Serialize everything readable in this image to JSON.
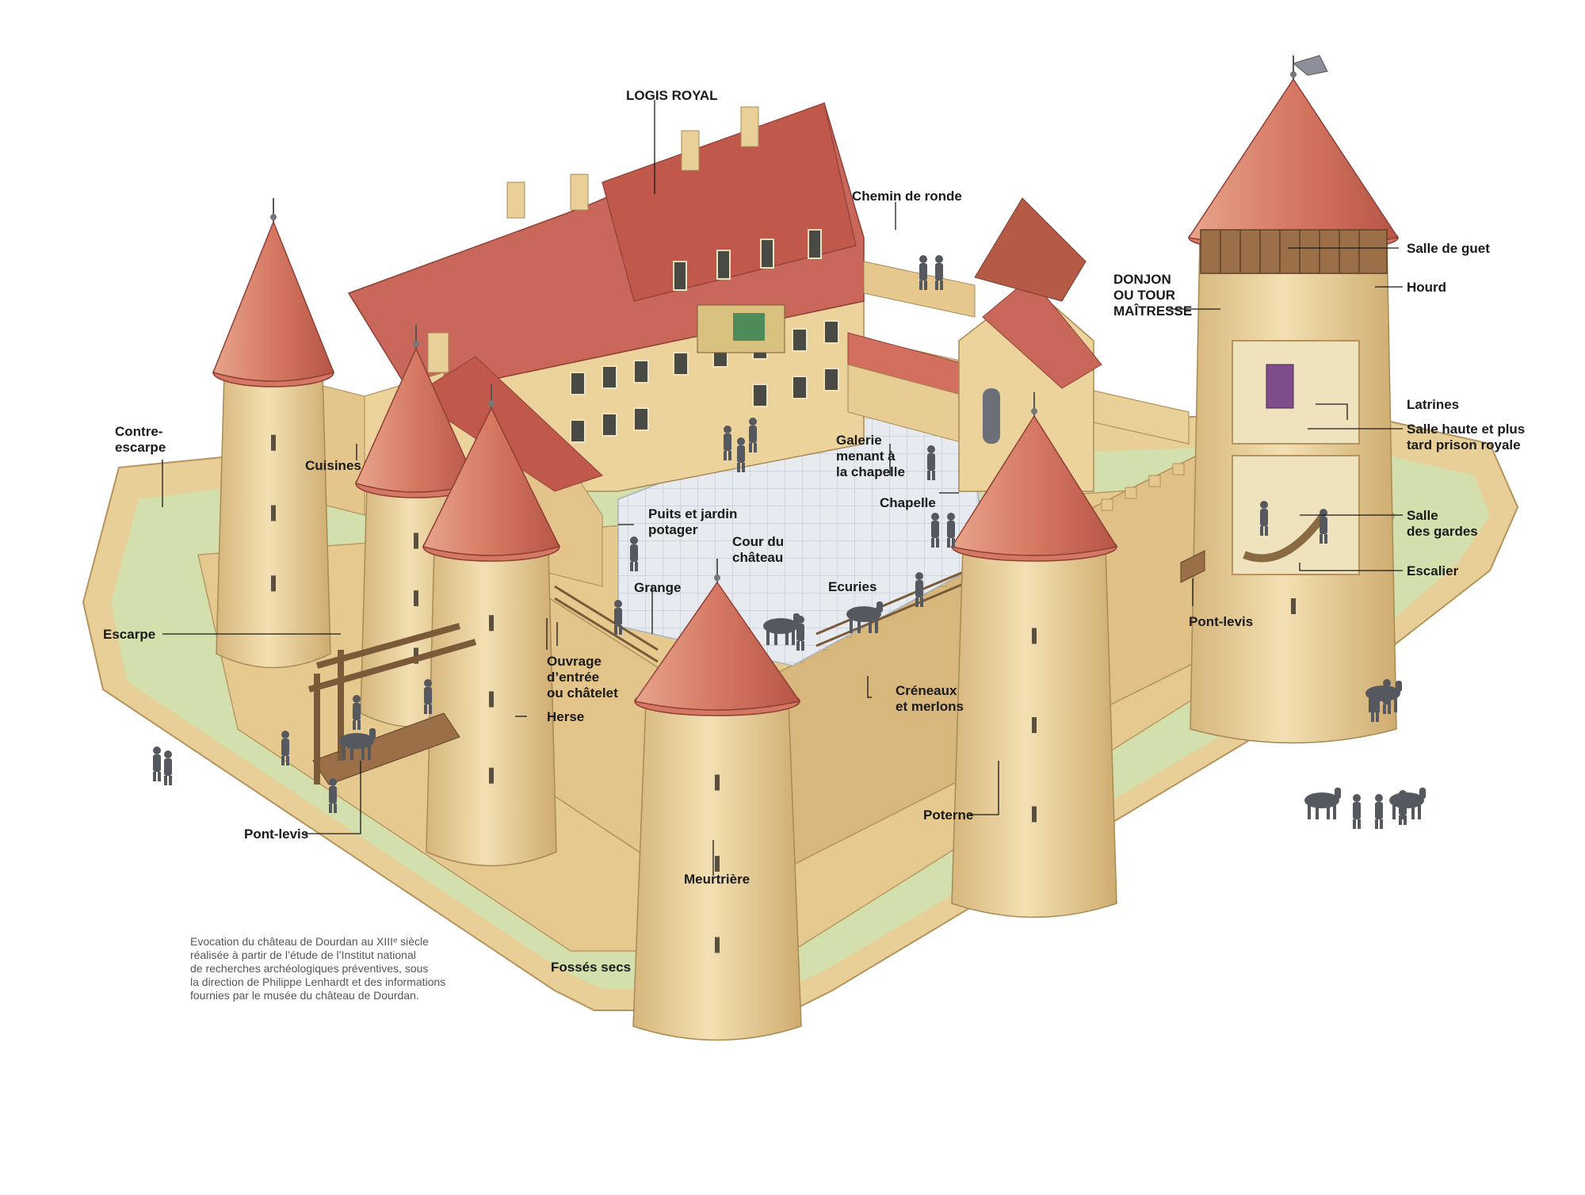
{
  "labels": {
    "logis_royal": [
      "LOGIS ROYAL"
    ],
    "chemin_de_ronde": [
      "Chemin de ronde"
    ],
    "donjon": [
      "DONJON",
      "OU TOUR",
      "MAÎTRESSE"
    ],
    "salle_de_guet": [
      "Salle de guet"
    ],
    "hourd": [
      "Hourd"
    ],
    "latrines": [
      "Latrines"
    ],
    "salle_haute": [
      "Salle haute et plus",
      "tard prison royale"
    ],
    "salle_des_gardes": [
      "Salle",
      "des gardes"
    ],
    "escalier": [
      "Escalier"
    ],
    "pont_levis_right": [
      "Pont-levis"
    ],
    "contre_escarpe": [
      "Contre-",
      "escarpe"
    ],
    "cuisines": [
      "Cuisines"
    ],
    "galerie": [
      "Galerie",
      "menant à",
      "la chapelle"
    ],
    "chapelle": [
      "Chapelle"
    ],
    "puits": [
      "Puits et jardin",
      "potager"
    ],
    "cour": [
      "Cour du",
      "château"
    ],
    "grange": [
      "Grange"
    ],
    "ecuries": [
      "Ecuries"
    ],
    "escarpe": [
      "Escarpe"
    ],
    "ouvrage": [
      "Ouvrage",
      "d’entrée",
      "ou châtelet"
    ],
    "creneaux": [
      "Créneaux",
      "et merlons"
    ],
    "herse": [
      "Herse"
    ],
    "pont_levis_left": [
      "Pont-levis"
    ],
    "poterne": [
      "Poterne"
    ],
    "meurtriere": [
      "Meurtrière"
    ],
    "fosses_secs": [
      "Fossés secs"
    ]
  },
  "credit": [
    "Evocation du château de Dourdan au XIIIᵉ siècle",
    "réalisée à partir de l’étude de l’Institut national",
    "de recherches archéologiques préventives, sous",
    "la direction de Philippe Lenhardt et des informations",
    "fournies par le musée du château de Dourdan."
  ],
  "colors": {
    "stone": "#efd9a6",
    "stone_shade": "#d9bb80",
    "stone_dark": "#c7a46a",
    "roof": "#c9685a",
    "roof_light": "#e59a80",
    "roof_dark": "#a9493f",
    "grass": "#d3dfac",
    "courtyard": "#e4e8ec",
    "wood": "#8a6a43",
    "figures": "#55585e",
    "leader": "#1a1a1a"
  }
}
